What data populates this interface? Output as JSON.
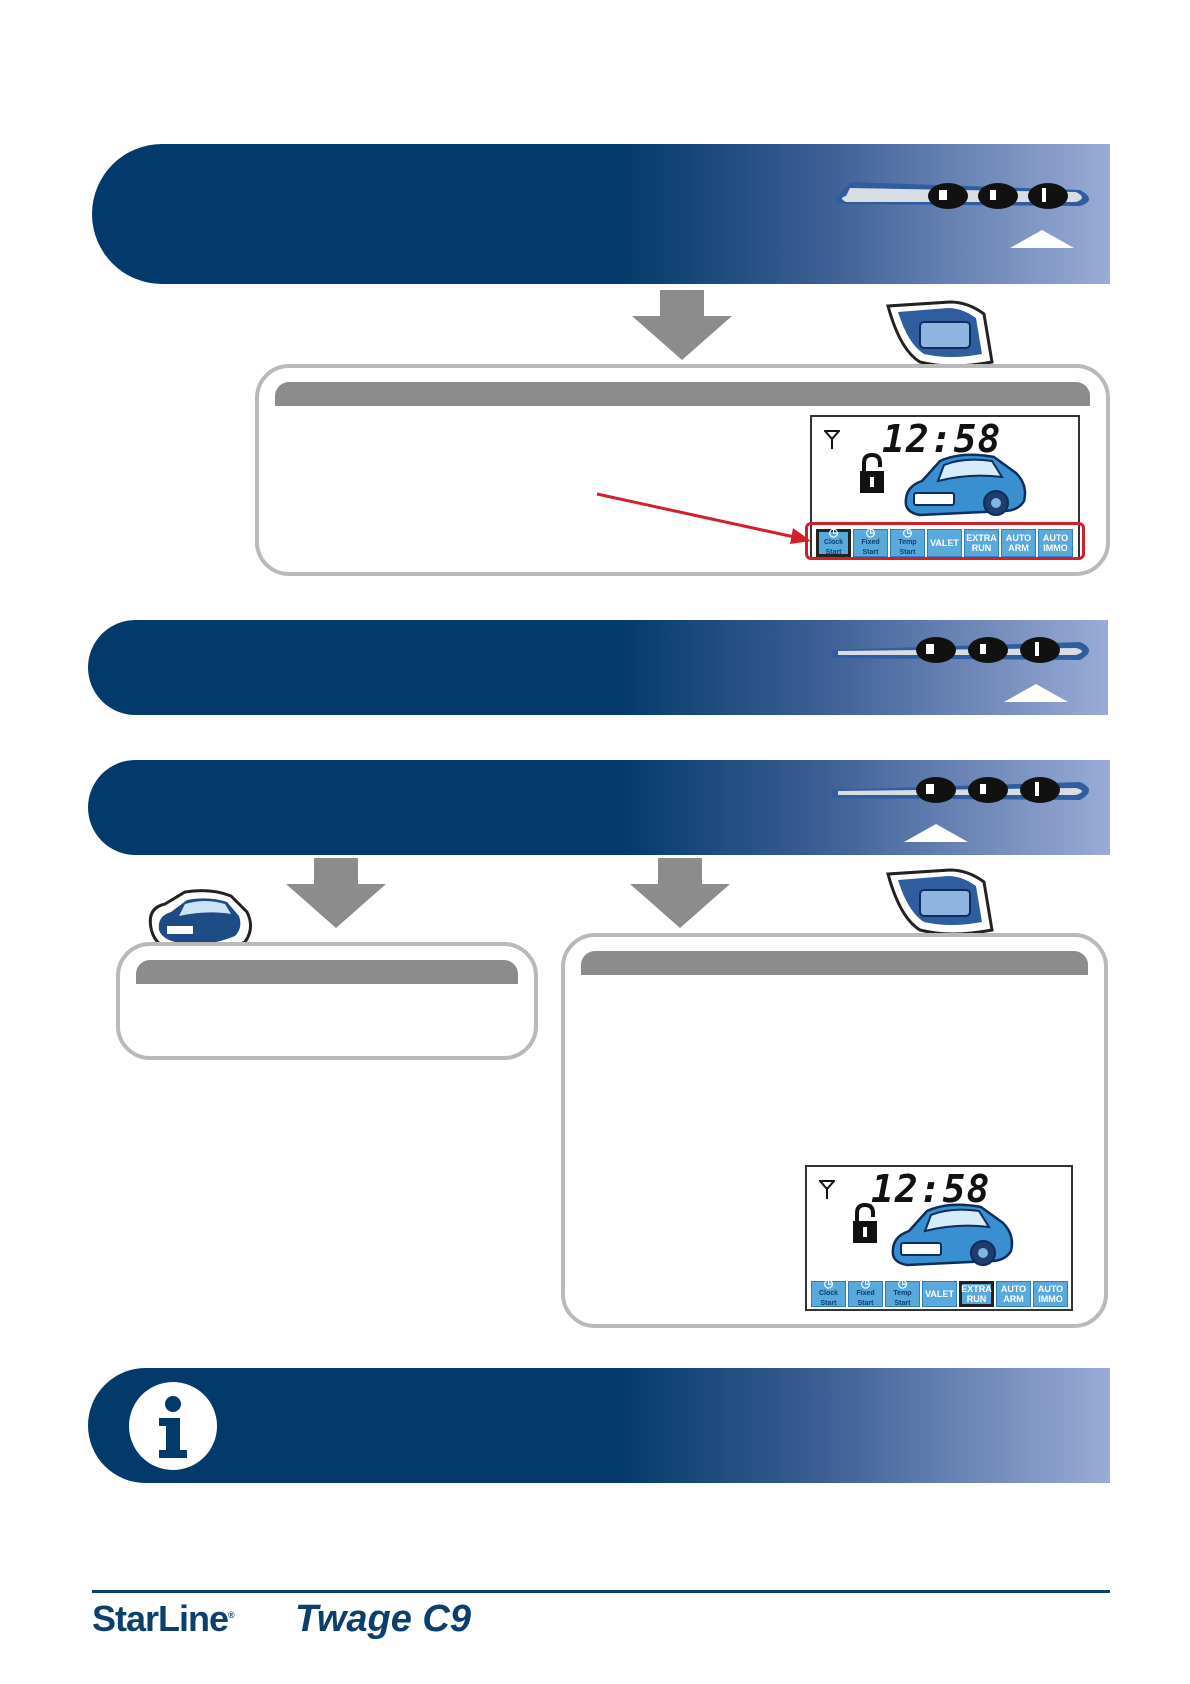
{
  "colors": {
    "banner": "#033a6b",
    "accent": "#5aa9dc",
    "panel_border": "#b9b9b9",
    "arrow": "#8c8c8c",
    "pointer": "#d21f2b"
  },
  "lcd_top": {
    "time": "12:58",
    "icons": [
      {
        "label": "Clock Start",
        "kind": "mini",
        "selected": true
      },
      {
        "label": "Fixed Start",
        "kind": "mini",
        "selected": false
      },
      {
        "label": "Temp Start",
        "kind": "mini",
        "selected": false
      },
      {
        "label": "VALET",
        "kind": "word",
        "selected": false
      },
      {
        "label": "EXTRA RUN",
        "kind": "word",
        "selected": false
      },
      {
        "label": "AUTO ARM",
        "kind": "word",
        "selected": false
      },
      {
        "label": "AUTO IMMO",
        "kind": "word",
        "selected": false
      }
    ]
  },
  "lcd_bottom": {
    "time": "12:58",
    "icons": [
      {
        "label": "Clock Start",
        "kind": "mini",
        "selected": false
      },
      {
        "label": "Fixed Start",
        "kind": "mini",
        "selected": false
      },
      {
        "label": "Temp Start",
        "kind": "mini",
        "selected": false
      },
      {
        "label": "VALET",
        "kind": "word",
        "selected": false
      },
      {
        "label": "EXTRA RUN",
        "kind": "word",
        "selected": true
      },
      {
        "label": "AUTO ARM",
        "kind": "word",
        "selected": false
      },
      {
        "label": "AUTO IMMO",
        "kind": "word",
        "selected": false
      }
    ]
  },
  "footer": {
    "brand": "StarLine",
    "model": "Twage C9"
  }
}
